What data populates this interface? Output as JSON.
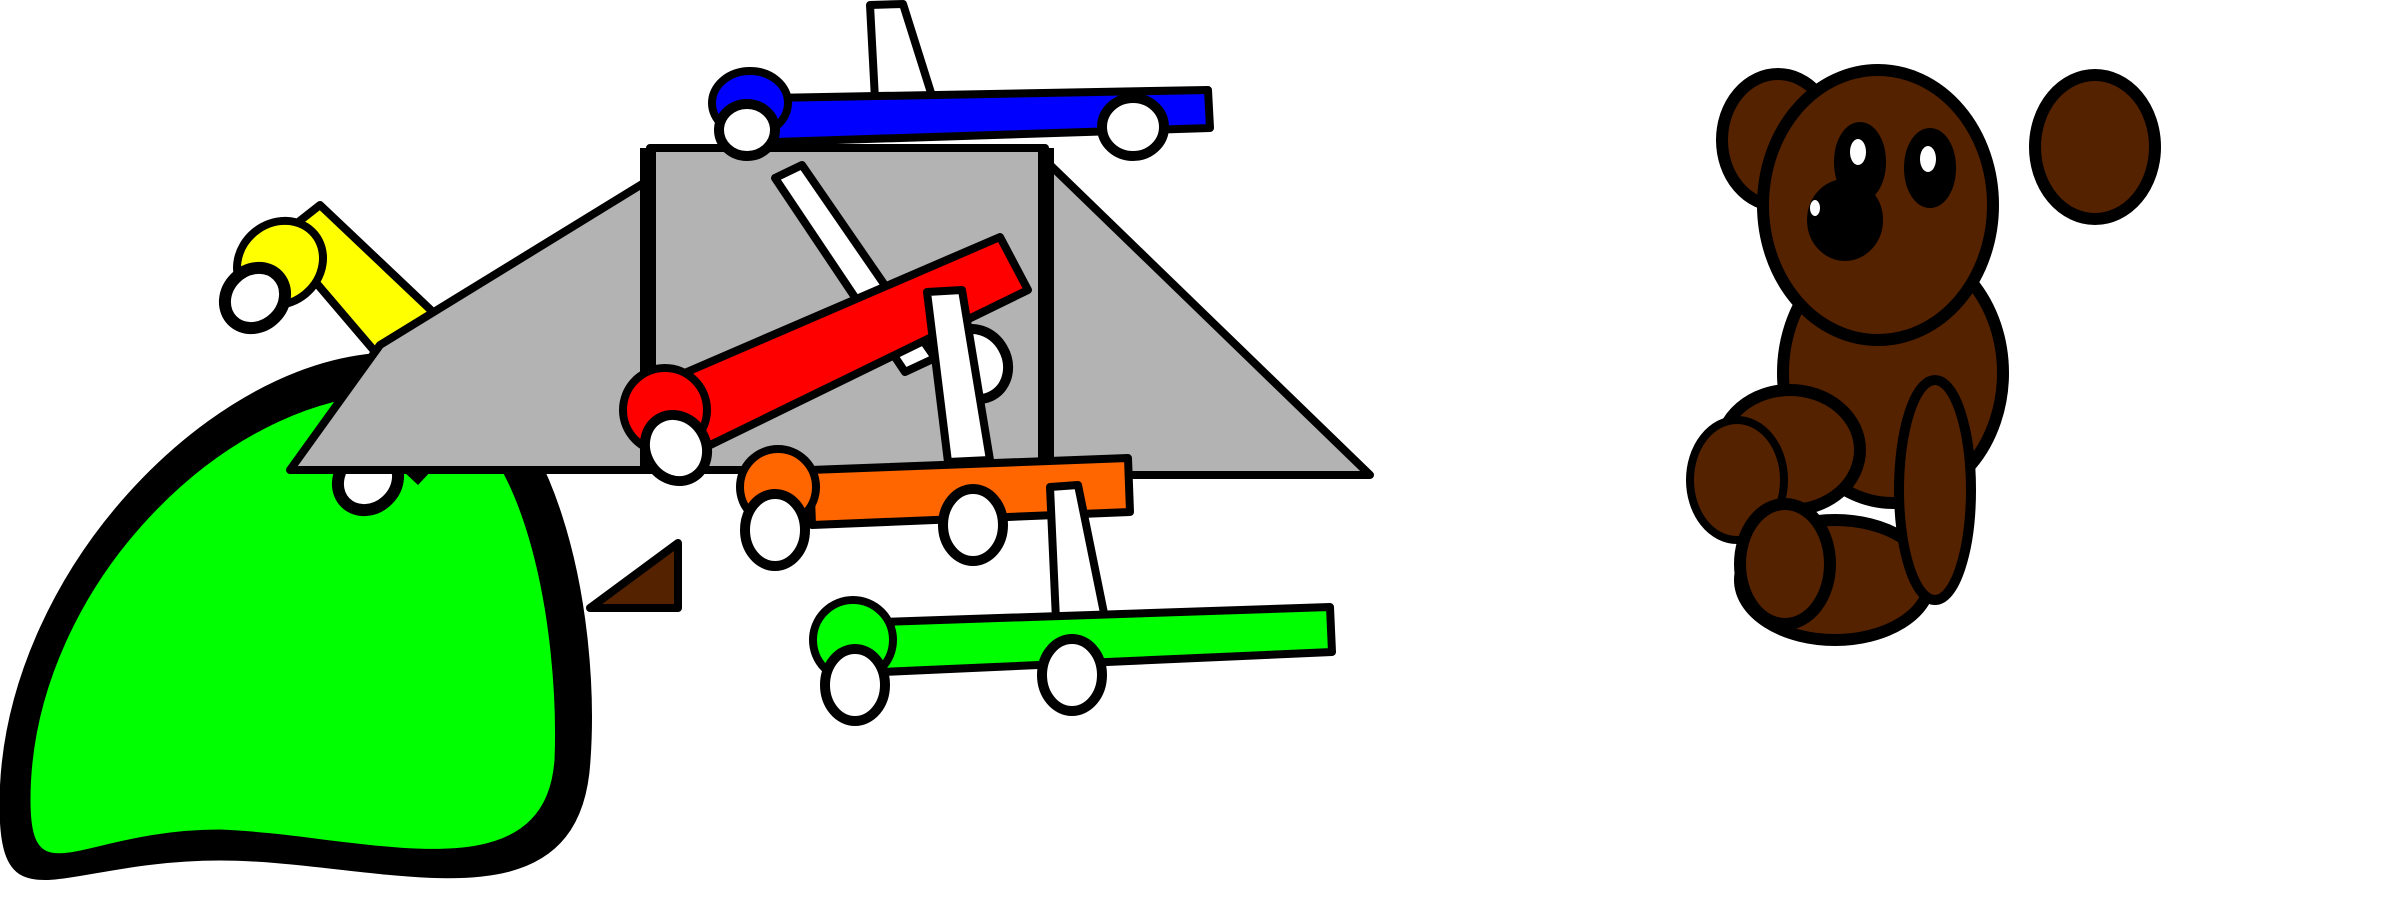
{
  "scene": {
    "description_items": [
      "beanbag",
      "toy-box",
      "toy-cars",
      "block",
      "teddy-bear"
    ],
    "colors": {
      "outline": "#000000",
      "beanbag": "#00ff00",
      "box": "#b3b3b3",
      "car_yellow": "#ffff00",
      "car_blue": "#0000ff",
      "car_red": "#ff0000",
      "car_orange": "#ff6600",
      "car_green": "#00ff00",
      "wheel": "#ffffff",
      "handle": "#ffffff",
      "block": "#552200",
      "bear": "#552200"
    }
  }
}
